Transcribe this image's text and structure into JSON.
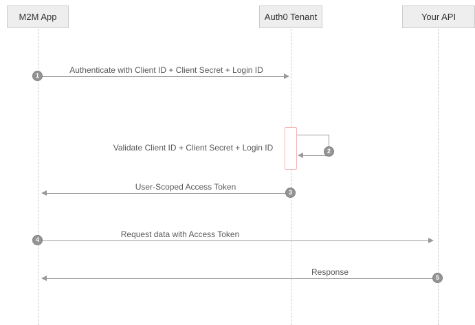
{
  "diagram": {
    "type": "sequence-diagram",
    "participants": [
      {
        "label": "M2M App"
      },
      {
        "label": "Auth0 Tenant"
      },
      {
        "label": "Your API"
      }
    ],
    "messages": [
      {
        "number": "1",
        "label": "Authenticate with Client ID + Client Secret + Login ID",
        "from": "M2M App",
        "to": "Auth0 Tenant"
      },
      {
        "number": "2",
        "label": "Validate Client ID + Client Secret + Login ID",
        "from": "Auth0 Tenant",
        "to": "Auth0 Tenant"
      },
      {
        "number": "3",
        "label": "User-Scoped Access Token",
        "from": "Auth0 Tenant",
        "to": "M2M App"
      },
      {
        "number": "4",
        "label": "Request data with Access Token",
        "from": "M2M App",
        "to": "Your API"
      },
      {
        "number": "5",
        "label": "Response",
        "from": "Your API",
        "to": "M2M App"
      }
    ],
    "colors": {
      "arrow": "#999999",
      "box_fill": "#eeeeee",
      "box_border": "#cccccc",
      "lifeline": "#c9c9c9",
      "activation_border": "#f2b5b5",
      "badge_fill": "#949494",
      "label_text": "#595959"
    }
  }
}
